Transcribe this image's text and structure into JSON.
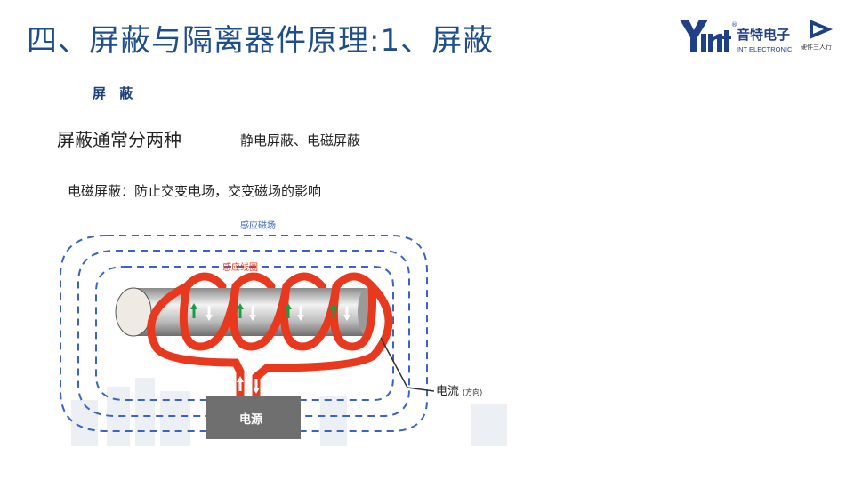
{
  "slide": {
    "title": "四、屏蔽与隔离器件原理:1、屏蔽",
    "subheading": "屏 蔽",
    "intro_text": "屏蔽通常分两种",
    "intro_types": "静电屏蔽、电磁屏蔽",
    "description": "电磁屏蔽：防止交变电场，交变磁场的影响"
  },
  "logo": {
    "brand_cn": "音特电子",
    "brand_en": "INT ELECTRONIC",
    "registered": "®",
    "partner_text": "硬件三人行"
  },
  "diagram": {
    "label_magnetic_field": "感应磁场",
    "label_coil": "感应线圈",
    "label_current": "电流",
    "label_direction": "(方向)",
    "label_power": "电源"
  },
  "colors": {
    "title": "#1f4e8c",
    "field_lines": "#3b63c4",
    "coil": "#e8381e",
    "arrow_green": "#1d9a4a",
    "power_box": "#6f6f6f"
  }
}
